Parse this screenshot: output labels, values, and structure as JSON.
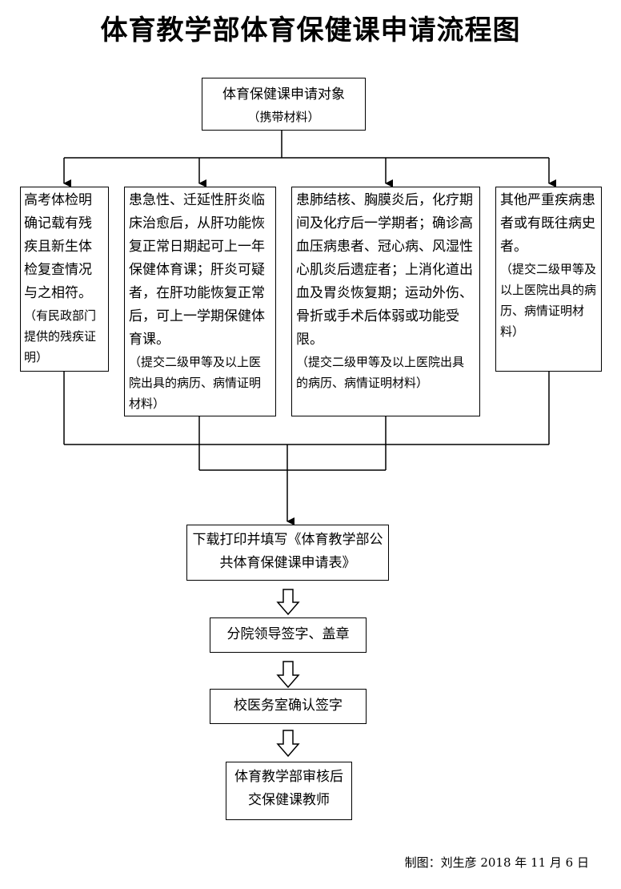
{
  "title": "体育教学部体育保健课申请流程图",
  "top_box": {
    "label": "体育保健课申请对象",
    "note": "（携带材料）"
  },
  "categories": [
    {
      "text": "高考体检明确记载有残疾且新生体检复查情况与之相符。",
      "note": "（有民政部门提供的残疾证明）"
    },
    {
      "text": "患急性、迁延性肝炎临床治愈后，从肝功能恢复正常日期起可上一年保健体育课；肝炎可疑者，在肝功能恢复正常后，可上一学期保健体育课。",
      "note": "（提交二级甲等及以上医院出具的病历、病情证明材料）"
    },
    {
      "text": "患肺结核、胸膜炎后，化疗期间及化疗后一学期者；确诊高血压病患者、冠心病、风湿性心肌炎后遗症者；上消化道出血及胃炎恢复期；运动外伤、骨折或手术后体弱或功能受限。",
      "note": "（提交二级甲等及以上医院出具的病历、病情证明材料）"
    },
    {
      "text": "其他严重疾病患者或有既往病史者。",
      "note": "（提交二级甲等及以上医院出具的病历、病情证明材料）"
    }
  ],
  "steps": [
    "下载打印并填写《体育教学部公共体育保健课申请表》",
    "分院领导签字、盖章",
    "校医务室确认签字",
    "体育教学部审核后交保健课教师"
  ],
  "footer": "制图：刘生彦 2018 年 11 月 6 日"
}
